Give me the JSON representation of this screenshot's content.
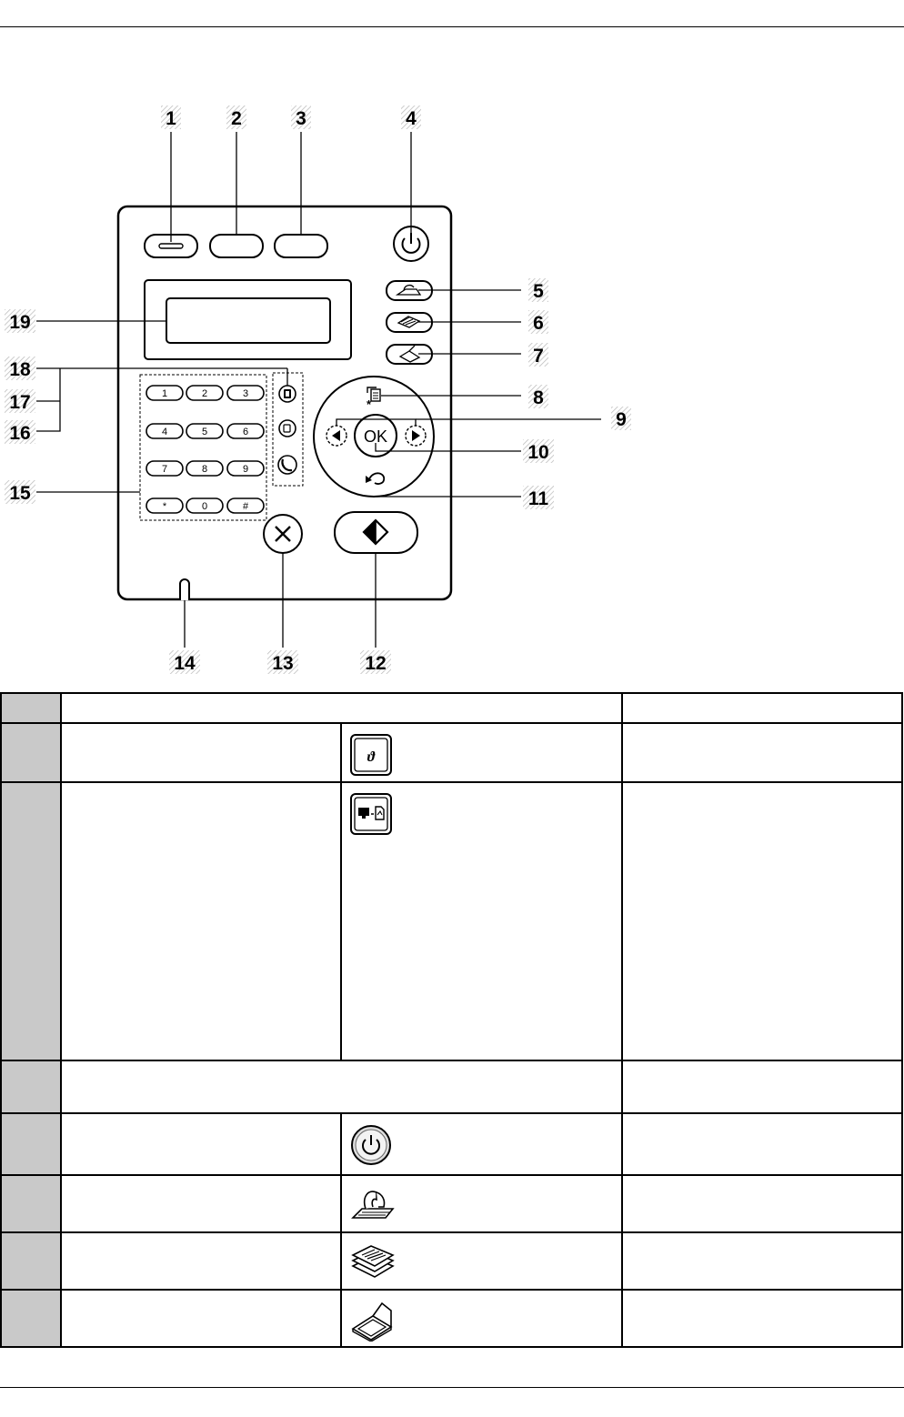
{
  "callouts": [
    "1",
    "2",
    "3",
    "4",
    "5",
    "6",
    "7",
    "8",
    "9",
    "10",
    "11",
    "12",
    "13",
    "14",
    "15",
    "16",
    "17",
    "18",
    "19"
  ],
  "keypad": {
    "keys": [
      "1",
      "2",
      "3",
      "4",
      "5",
      "6",
      "7",
      "8",
      "9",
      "*",
      "0",
      "#"
    ],
    "ok_label": "OK"
  },
  "table": {
    "header": [
      "",
      "",
      ""
    ],
    "rows": [
      {
        "icon": "eco-icon"
      },
      {
        "icon": "direct-usb-print-screen-icon"
      },
      {
        "icon": ""
      },
      {
        "icon": "power-icon"
      },
      {
        "icon": "fax-mode-icon"
      },
      {
        "icon": "copy-mode-icon"
      },
      {
        "icon": "scan-mode-icon"
      }
    ]
  }
}
